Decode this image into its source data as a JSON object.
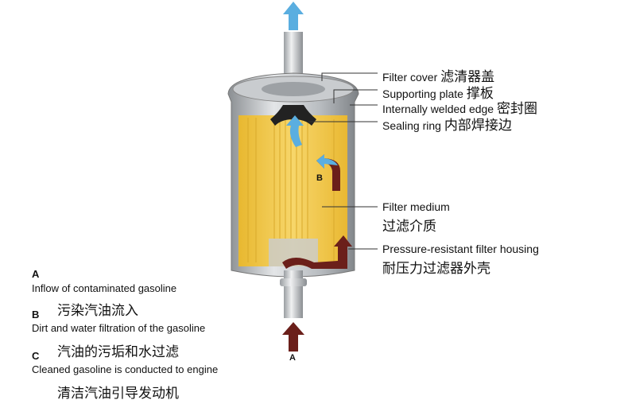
{
  "callouts": [
    {
      "en": "Filter cover",
      "cn": "滤清器盖"
    },
    {
      "en": "Supporting plate",
      "cn": "撑板"
    },
    {
      "en": "Internally welded edge",
      "cn": "密封圈"
    },
    {
      "en": "Sealing ring",
      "cn": "内部焊接边"
    },
    {
      "en": "Filter medium",
      "cn": "过滤介质"
    },
    {
      "en": "Pressure-resistant filter housing",
      "cn": "耐压力过滤器外壳"
    }
  ],
  "legend": [
    {
      "letter": "A",
      "en": "Inflow of contaminated gasoline",
      "cn": "污染汽油流入"
    },
    {
      "letter": "B",
      "en": "Dirt and water filtration of the gasoline",
      "cn": "汽油的污垢和水过滤"
    },
    {
      "letter": "C",
      "en": "Cleaned gasoline is conducted to engine",
      "cn": "清洁汽油引导发动机"
    }
  ],
  "markers": {
    "a": "A",
    "b": "B"
  },
  "colors": {
    "clean_flow": "#5aaee0",
    "dirty_flow": "#6b1f1a",
    "medium": "#f2c94c",
    "housing": "#b8bcc0"
  }
}
